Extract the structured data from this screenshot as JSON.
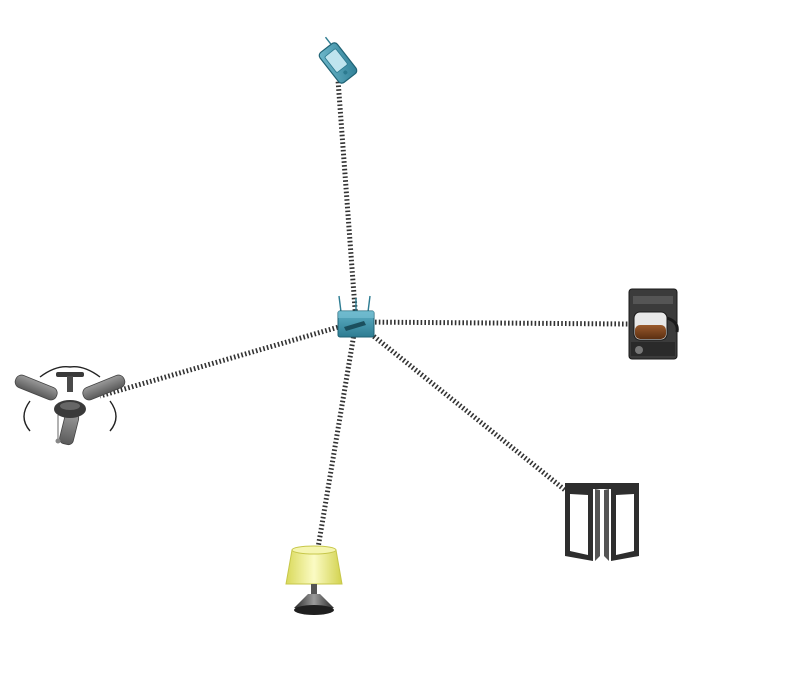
{
  "diagram": {
    "type": "network-topology",
    "hub": {
      "id": "router",
      "icon": "wireless-router-icon",
      "color": "#3a8fa6"
    },
    "devices": [
      {
        "id": "phone",
        "icon": "mobile-phone-icon",
        "color": "#4c9fb5"
      },
      {
        "id": "coffee-maker",
        "icon": "coffee-maker-icon",
        "color": "#3b3b3b"
      },
      {
        "id": "door",
        "icon": "folding-door-icon",
        "color": "#2e2e2e"
      },
      {
        "id": "lamp",
        "icon": "table-lamp-icon",
        "color": "#eaea8a"
      },
      {
        "id": "ceiling-fan",
        "icon": "ceiling-fan-icon",
        "color": "#555555"
      }
    ],
    "link_style": "wireless-dashed",
    "link_color": "#333333"
  }
}
